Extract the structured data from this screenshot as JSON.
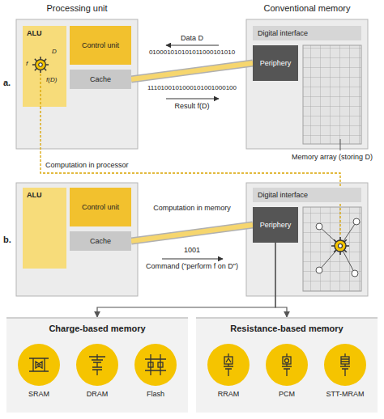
{
  "diagram": {
    "nodes": [
      {
        "text": [
          "Processing unit"
        ]
      },
      {
        "text": [
          "Control unit"
        ],
        "in": 0
      },
      {
        "text": [
          "ALU",
          "f",
          "D",
          "f(D)"
        ],
        "in": 0
      },
      {
        "text": [
          "Cache"
        ],
        "in": 0
      },
      {
        "text": [
          "Conventional memory"
        ]
      },
      {
        "text": [
          "Digital interface"
        ],
        "in": 4
      },
      {
        "text": [
          "Periphery"
        ],
        "in": 4
      },
      {
        "text": [
          "Control unit"
        ]
      },
      {
        "text": [
          "ALU"
        ]
      },
      {
        "text": [
          "Cache"
        ]
      },
      {
        "text": [
          "Digital interface"
        ]
      },
      {
        "text": [
          "Periphery"
        ]
      },
      {
        "text": [
          "Charge-based memory"
        ]
      },
      {
        "text": [
          "SRAM"
        ],
        "in": 12
      },
      {
        "text": [
          "DRAM"
        ],
        "in": 12
      },
      {
        "text": [
          "Flash"
        ],
        "in": 12
      },
      {
        "text": [
          "Resistance-based memory"
        ]
      },
      {
        "text": [
          "RRAM"
        ],
        "in": 16
      },
      {
        "text": [
          "PCM"
        ],
        "in": 16
      },
      {
        "text": [
          "STT-MRAM"
        ],
        "in": 16
      }
    ],
    "edges": [
      {
        "from": 3,
        "to": 6,
        "arrow": "none"
      },
      {
        "from": 9,
        "to": 11,
        "arrow": "none"
      },
      {
        "from": 11,
        "to": 12,
        "arrow": "to"
      },
      {
        "from": 11,
        "to": 16,
        "arrow": "to"
      }
    ],
    "labels": [
      "a.",
      "Data D",
      "010001010101011000101010",
      "1110100101000101001000100",
      "Result f(D)",
      "Memory array (storing D)",
      "Computation in processor",
      "b.",
      "Computation in memory",
      "1001",
      "Command (\"perform f on D\")"
    ]
  }
}
